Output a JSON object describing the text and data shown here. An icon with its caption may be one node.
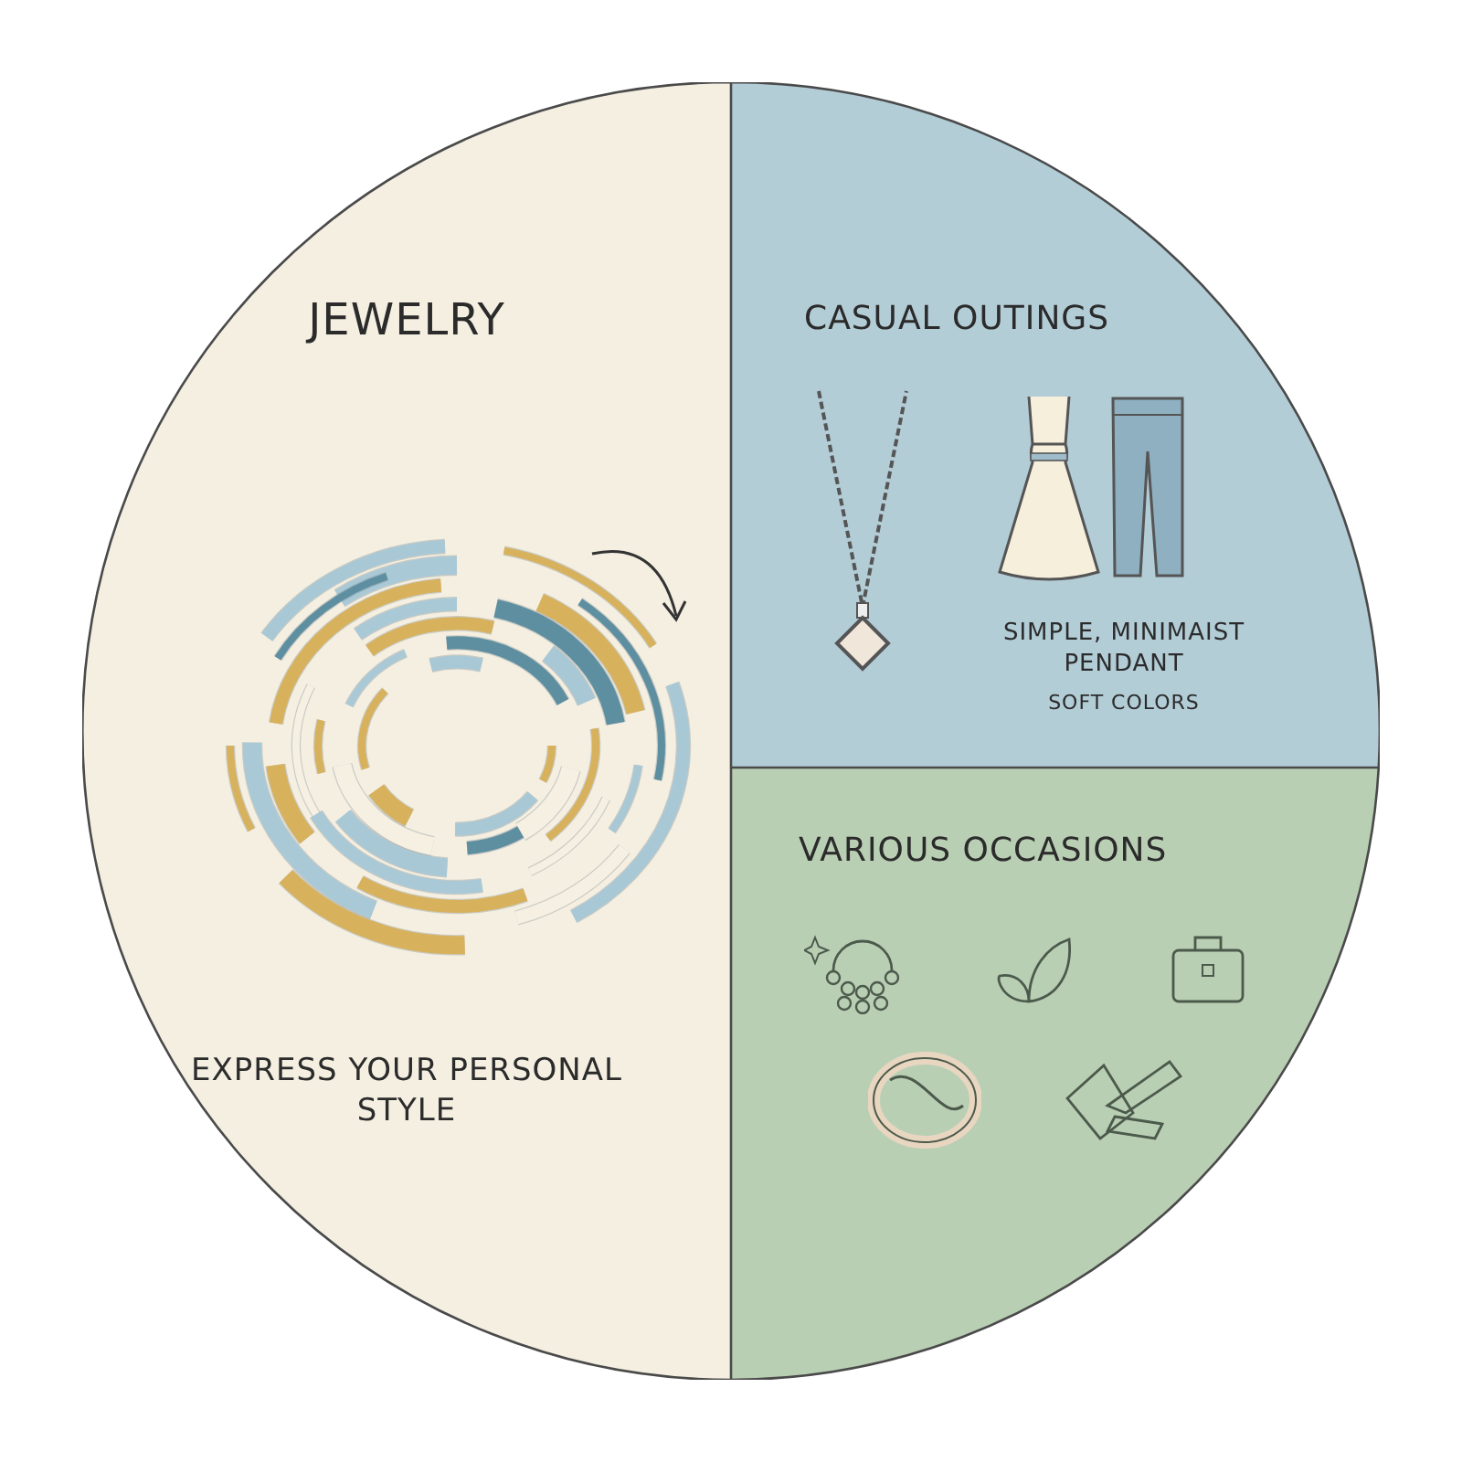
{
  "diagram": {
    "nodes": [
      {
        "text": [
          "JEWELRY",
          "EXPRESS YOUR PERSONAL STYLE"
        ]
      },
      {
        "text": [
          "CASUAL OUTINGS",
          "SIMPLE, MINIMAIST PENDANT",
          "SOFT COLORS"
        ]
      },
      {
        "text": [
          "VARIOUS OCCASIONS"
        ]
      }
    ],
    "edges": []
  }
}
